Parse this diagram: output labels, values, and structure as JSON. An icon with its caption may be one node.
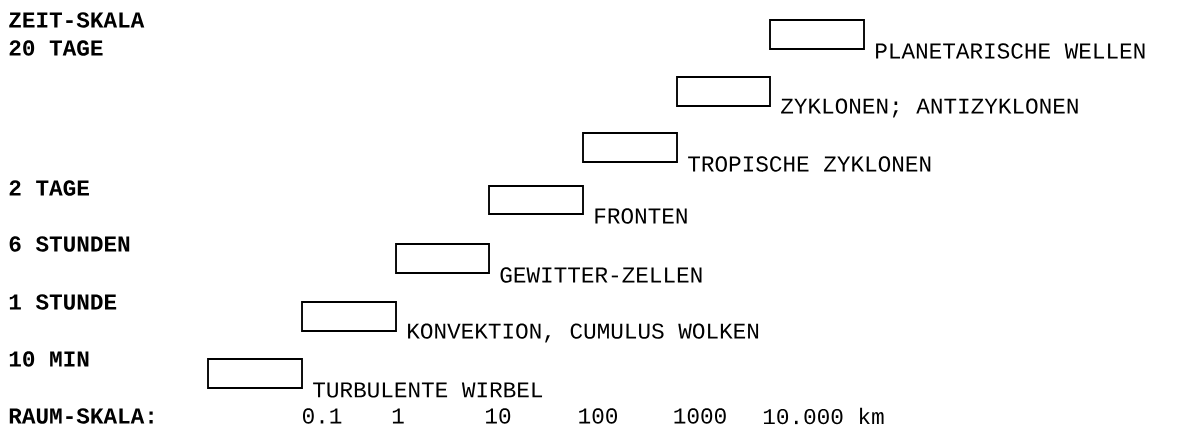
{
  "diagram": {
    "nodes": [
      {
        "text": [],
        "shape": "box",
        "beside": [
          "PLANETARISCHE WELLEN"
        ]
      },
      {
        "text": [],
        "shape": "box",
        "beside": [
          "ZYKLONEN; ANTIZYKLONEN"
        ]
      },
      {
        "text": [],
        "shape": "box",
        "beside": [
          "TROPISCHE ZYKLONEN"
        ]
      },
      {
        "text": [],
        "shape": "box",
        "beside": [
          "FRONTEN"
        ]
      },
      {
        "text": [],
        "shape": "box",
        "beside": [
          "GEWITTER-ZELLEN"
        ]
      },
      {
        "text": [],
        "shape": "box",
        "beside": [
          "KONVEKTION, CUMULUS WOLKEN"
        ]
      },
      {
        "text": [],
        "shape": "box",
        "beside": [
          "TURBULENTE WIRBEL"
        ]
      }
    ],
    "labels": [
      "ZEIT-SKALA",
      "20 TAGE",
      "2 TAGE",
      "6 STUNDEN",
      "1 STUNDE",
      "10 MIN",
      "RAUM-SKALA:",
      "0.1",
      "1",
      "10",
      "100",
      "1000",
      "10.000 km"
    ]
  }
}
